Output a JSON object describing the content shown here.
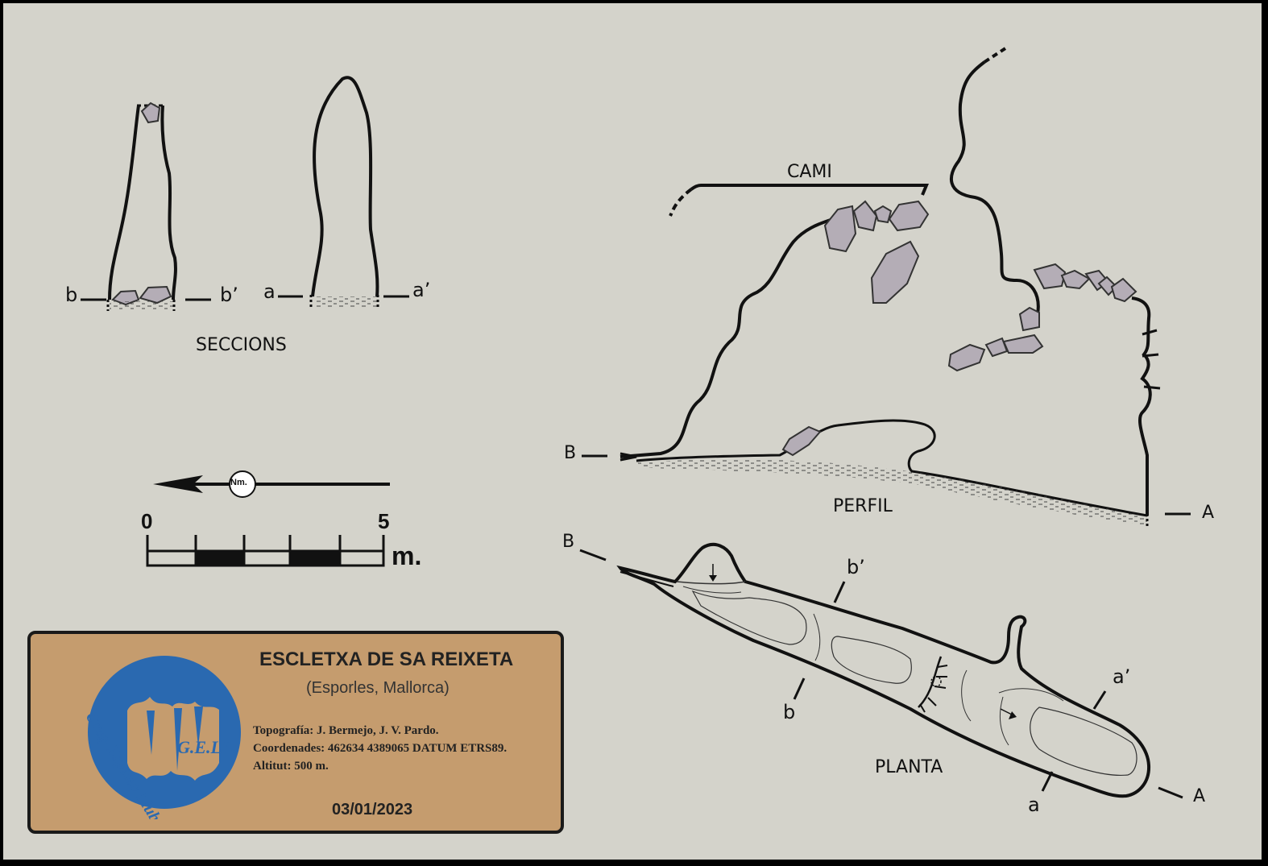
{
  "labels": {
    "b": "b",
    "b_prime": "b’",
    "a": "a",
    "a_prime": "a’",
    "sections": "SECCIONS",
    "cami": "CAMI",
    "perfil": "PERFIL",
    "planta": "PLANTA",
    "profile_B": "B",
    "profile_A": "A",
    "plan_B": "B",
    "plan_A": "A",
    "plan_b": "b",
    "plan_b_prime": "b’",
    "plan_a": "a",
    "plan_a_prime": "a’"
  },
  "north": {
    "label": "Nm."
  },
  "scale": {
    "min": "0",
    "max": "5",
    "unit": "m."
  },
  "title_block": {
    "title": "ESCLETXA DE SA REIXETA",
    "subtitle": "(Esporles, Mallorca)",
    "topography": "Topografía: J. Bermejo, J. V. Pardo.",
    "coordinates": "Coordenades: 462634 4389065 DATUM ETRS89.",
    "altitude": "Altitut: 500 m.",
    "date": "03/01/2023",
    "logo_text": "G.E.LL.",
    "logo_ring_text": "Grup Espeleo Llubí"
  },
  "colors": {
    "background": "#d4d3cb",
    "rock": "#b4adb6",
    "panel": "#c59c6e",
    "logo_blue": "#2a69b0"
  }
}
